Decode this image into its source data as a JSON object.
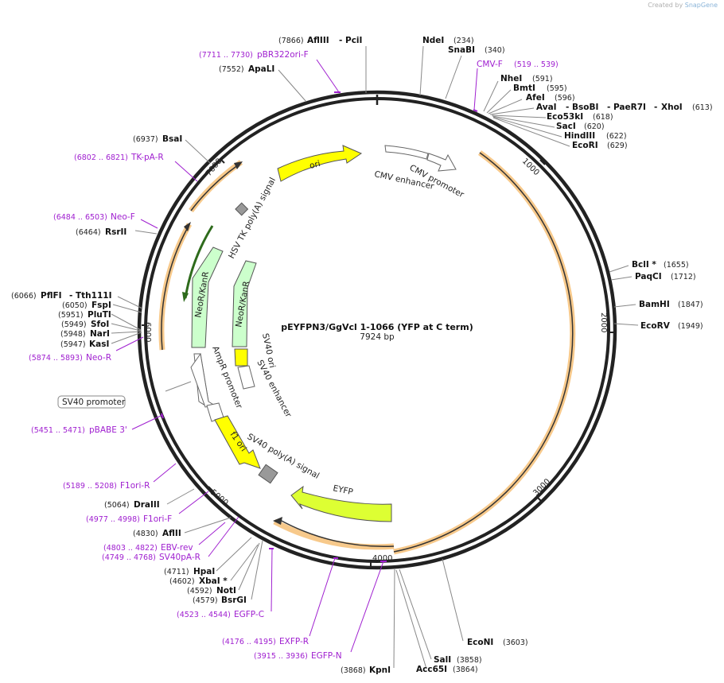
{
  "credit": {
    "prefix": "Created by",
    "brand": "SnapGene"
  },
  "plasmid": {
    "name": "pEYFPN3/GgVcl 1-1066 (YFP at C term)",
    "size_label": "7924 bp",
    "length": 7924
  },
  "ticks": [
    "1000",
    "2000",
    "3000",
    "4000",
    "5000",
    "6000",
    "7000"
  ],
  "enzymes": [
    {
      "name": "AflIII",
      "pos": "(7866)"
    },
    {
      "name": "PciI",
      "pos": ""
    },
    {
      "name": "NdeI",
      "pos": "(234)"
    },
    {
      "name": "SnaBI",
      "pos": "(340)"
    },
    {
      "name": "NheI",
      "pos": "(591)"
    },
    {
      "name": "BmtI",
      "pos": "(595)"
    },
    {
      "name": "AfeI",
      "pos": "(596)"
    },
    {
      "name": "AvaI",
      "pos": ""
    },
    {
      "name": "BsoBI",
      "pos": ""
    },
    {
      "name": "PaeR7I",
      "pos": ""
    },
    {
      "name": "XhoI",
      "pos": "(613)"
    },
    {
      "name": "Eco53kI",
      "pos": "(618)"
    },
    {
      "name": "SacI",
      "pos": "(620)"
    },
    {
      "name": "HindIII",
      "pos": "(622)"
    },
    {
      "name": "EcoRI",
      "pos": "(629)"
    },
    {
      "name": "BclI *",
      "pos": "(1655)"
    },
    {
      "name": "PaqCI",
      "pos": "(1712)"
    },
    {
      "name": "BamHI",
      "pos": "(1847)"
    },
    {
      "name": "EcoRV",
      "pos": "(1949)"
    },
    {
      "name": "EcoNI",
      "pos": "(3603)"
    },
    {
      "name": "SalI",
      "pos": "(3858)"
    },
    {
      "name": "Acc65I",
      "pos": "(3864)"
    },
    {
      "name": "KpnI",
      "pos": "(3868)"
    },
    {
      "name": "BsrGI",
      "pos": "(4579)"
    },
    {
      "name": "NotI",
      "pos": "(4592)"
    },
    {
      "name": "XbaI *",
      "pos": "(4602)"
    },
    {
      "name": "HpaI",
      "pos": "(4711)"
    },
    {
      "name": "AflII",
      "pos": "(4830)"
    },
    {
      "name": "DraIII",
      "pos": "(5064)"
    },
    {
      "name": "KasI",
      "pos": "(5947)"
    },
    {
      "name": "NarI",
      "pos": "(5948)"
    },
    {
      "name": "SfoI",
      "pos": "(5949)"
    },
    {
      "name": "PluTI",
      "pos": "(5951)"
    },
    {
      "name": "FspI",
      "pos": "(6050)"
    },
    {
      "name": "PflFI",
      "pos": "(6066)"
    },
    {
      "name": "Tth111I",
      "pos": ""
    },
    {
      "name": "RsrII",
      "pos": "(6464)"
    },
    {
      "name": "BsaI",
      "pos": "(6937)"
    },
    {
      "name": "ApaLI",
      "pos": "(7552)"
    }
  ],
  "primers": [
    {
      "name": "pBR322ori-F",
      "range": "(7711 .. 7730)"
    },
    {
      "name": "CMV-F",
      "range": "(519 .. 539)"
    },
    {
      "name": "TK-pA-R",
      "range": "(6802 .. 6821)"
    },
    {
      "name": "Neo-F",
      "range": "(6484 .. 6503)"
    },
    {
      "name": "Neo-R",
      "range": "(5874 .. 5893)"
    },
    {
      "name": "pBABE 3'",
      "range": "(5451 .. 5471)"
    },
    {
      "name": "F1ori-R",
      "range": "(5189 .. 5208)"
    },
    {
      "name": "F1ori-F",
      "range": "(4977 .. 4998)"
    },
    {
      "name": "EBV-rev",
      "range": "(4803 .. 4822)"
    },
    {
      "name": "SV40pA-R",
      "range": "(4749 .. 4768)"
    },
    {
      "name": "EGFP-C",
      "range": "(4523 .. 4544)"
    },
    {
      "name": "EXFP-R",
      "range": "(4176 .. 4195)"
    },
    {
      "name": "EGFP-N",
      "range": "(3915 .. 3936)"
    }
  ],
  "features": {
    "ori": "ori",
    "cmv_enhancer": "CMV enhancer",
    "cmv_promoter": "CMV promoter",
    "hsv_tk": "HSV TK poly(A) signal",
    "neo_outer": "NeoR/KanR",
    "neo_inner": "NeoR/KanR",
    "ampr_promoter": "AmpR promoter",
    "sv40_promoter": "SV40 promoter",
    "sv40_ori": "SV40 ori",
    "sv40_enhancer": "SV40 enhancer",
    "f1_ori": "f1 ori",
    "sv40_polya": "SV40 poly(A) signal",
    "eyfp": "EYFP"
  },
  "colors": {
    "primer": "#a020d0",
    "ori": "#ffff00",
    "neo": "#ccffcc",
    "eyfp": "#ddff33",
    "orf": "#f4a020",
    "polya": "#999999",
    "backbone": "#222222"
  }
}
